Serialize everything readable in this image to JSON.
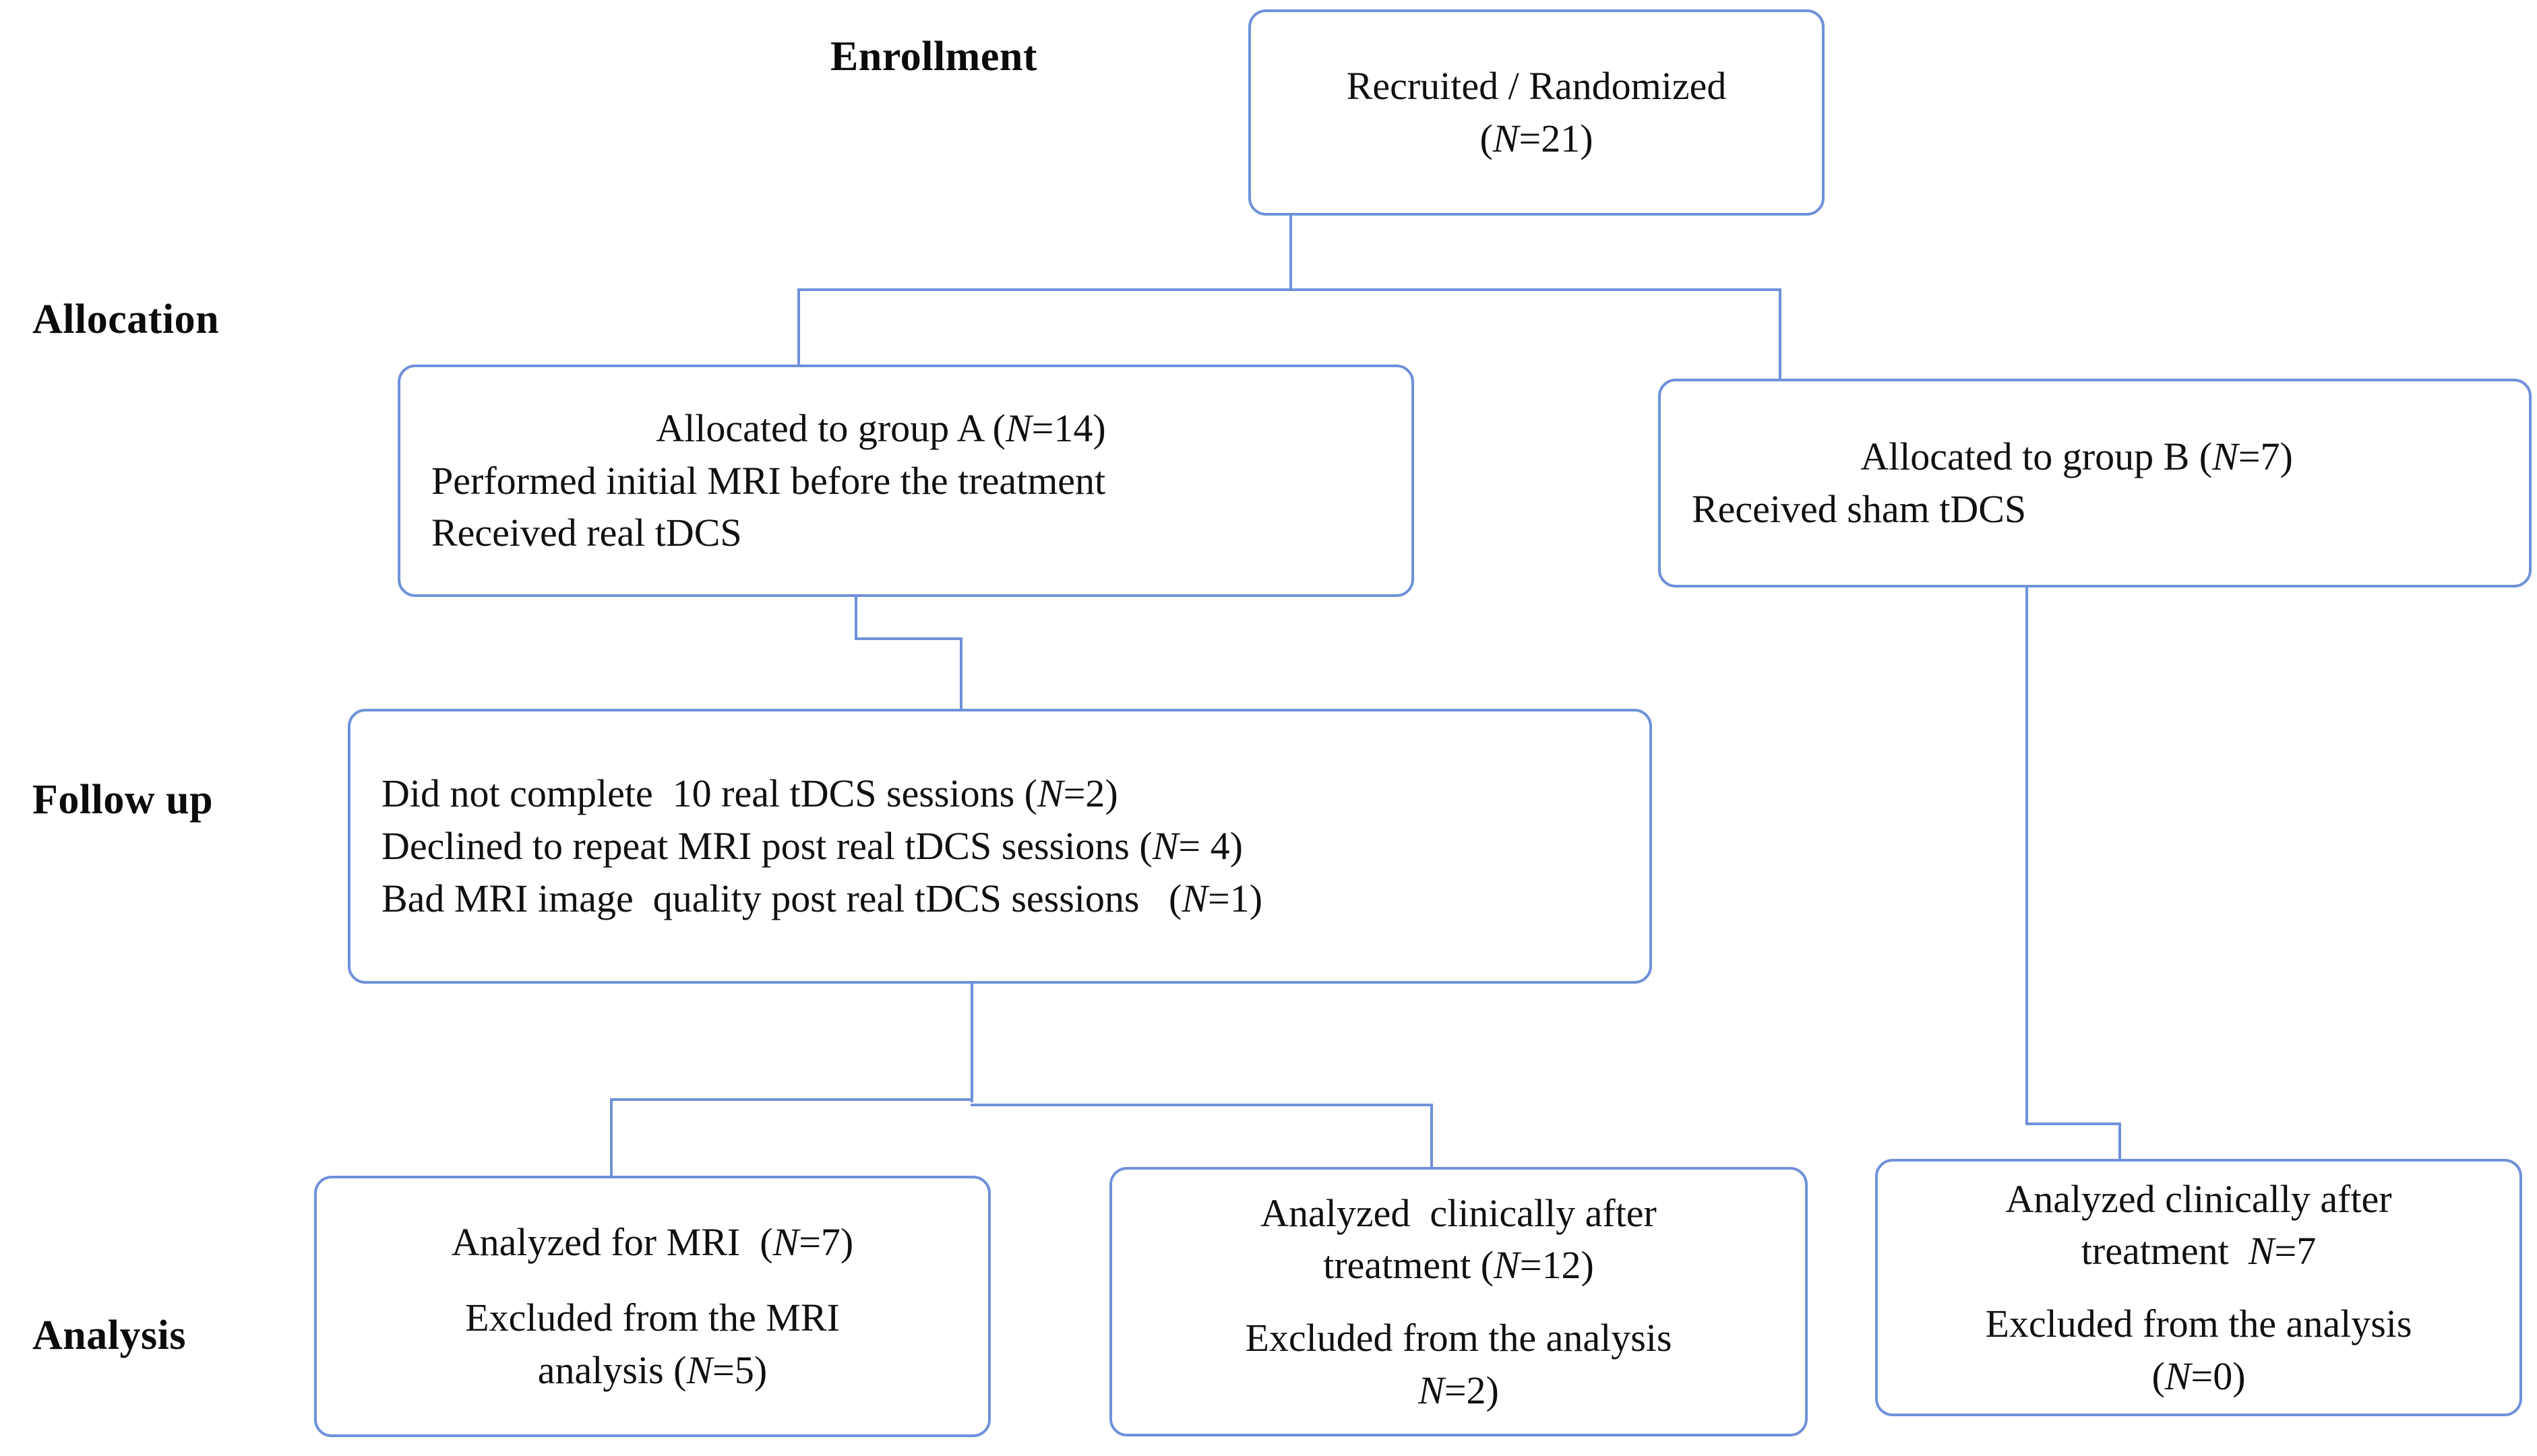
{
  "diagram": {
    "title_flow": "CONSORT participant flow diagram",
    "accent_color": "#6f91da",
    "text_color": "#101010"
  },
  "stage_labels": [
    {
      "id": "enrollment",
      "text": "Enrollment"
    },
    {
      "id": "allocation",
      "text": "Allocation"
    },
    {
      "id": "follow-up",
      "text": "Follow up"
    },
    {
      "id": "analysis",
      "text": "Analysis"
    }
  ],
  "nodes": {
    "enrollment_box": {
      "lines": [
        {
          "text": "Recruited / Randomized"
        },
        {
          "pre": "(",
          "italic": "N",
          "post": "=21)"
        }
      ]
    },
    "group_a_box": {
      "lines": [
        {
          "pre": "Allocated to group A (",
          "italic": "N",
          "post": "=14)"
        },
        {
          "text": "Performed initial MRI before the treatment"
        },
        {
          "text": "Received real tDCS"
        }
      ]
    },
    "group_b_box": {
      "lines": [
        {
          "pre": "Allocated to group B (",
          "italic": "N",
          "post": "=7)"
        },
        {
          "text": "Received sham tDCS"
        }
      ]
    },
    "follow_up_box": {
      "lines": [
        {
          "pre": "Did not complete  10 real tDCS sessions (",
          "italic": "N",
          "post": "=2)"
        },
        {
          "pre": "Declined to repeat MRI post real tDCS sessions (",
          "italic": "N",
          "post": "= 4)"
        },
        {
          "pre": "Bad MRI image  quality post real tDCS sessions   (",
          "italic": "N",
          "post": "=1)"
        }
      ]
    },
    "analysis_mri_box": {
      "lines": [
        {
          "pre": "Analyzed for MRI  (",
          "italic": "N",
          "post": "=7)"
        },
        {
          "text": "Excluded from the MRI"
        },
        {
          "pre": "analysis (",
          "italic": "N",
          "post": "=5)"
        }
      ]
    },
    "analysis_clinical_a_box": {
      "lines": [
        {
          "text": "Analyzed  clinically after"
        },
        {
          "pre": "treatment (",
          "italic": "N",
          "post": "=12)"
        },
        {
          "text": "Excluded from the analysis"
        },
        {
          "pre": "",
          "italic": "N",
          "post": "=2)"
        }
      ]
    },
    "analysis_clinical_b_box": {
      "lines": [
        {
          "text": "Analyzed clinically after"
        },
        {
          "pre": "treatment  ",
          "italic": "N",
          "post": "=7"
        },
        {
          "text": "Excluded from the analysis"
        },
        {
          "pre": "(",
          "italic": "N",
          "post": "=0)"
        }
      ]
    }
  }
}
